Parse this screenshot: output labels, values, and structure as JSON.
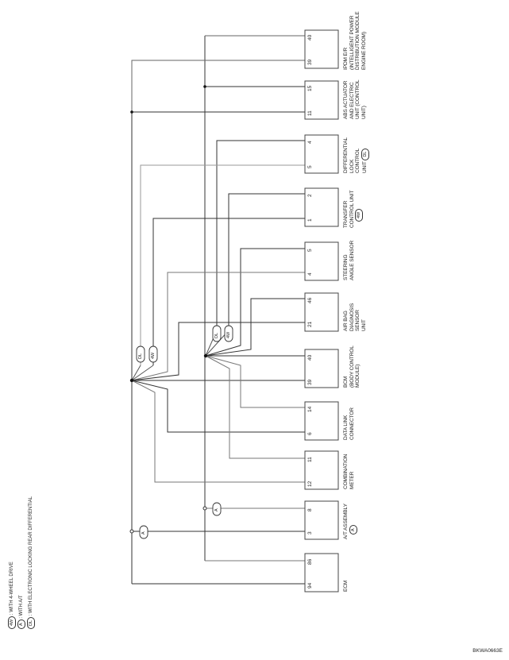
{
  "legend": [
    {
      "tag": "4W",
      "text": ": WITH 4-WHEEL DRIVE"
    },
    {
      "tag": "A",
      "text": ": WITH A/T"
    },
    {
      "tag": "DL",
      "text": ": WITH ELECTRONIC LOCKING REAR DIFFERENTIAL"
    }
  ],
  "components": [
    {
      "id": "ipdm",
      "label_lines": [
        "IPDM E/R",
        "(INTELLIGENT POWER",
        "DISTRIBUTION MODULE",
        "ENGINE ROOM)"
      ],
      "pins": [
        "40",
        "39"
      ],
      "tag": ""
    },
    {
      "id": "abs",
      "label_lines": [
        "ABS ACTUATOR",
        "AND ELECTRIC",
        "UNIT (CONTROL",
        "UNIT)"
      ],
      "pins": [
        "15",
        "11"
      ],
      "tag": ""
    },
    {
      "id": "diff-lock",
      "label_lines": [
        "DIFFERENTIAL",
        "LOCK",
        "CONTROL",
        "UNIT"
      ],
      "pins": [
        "4",
        "5"
      ],
      "tag": "DL"
    },
    {
      "id": "transfer",
      "label_lines": [
        "TRANSFER",
        "CONTROL UNIT"
      ],
      "pins": [
        "2",
        "1"
      ],
      "tag": "4W"
    },
    {
      "id": "steering",
      "label_lines": [
        "STEERING",
        "ANGLE SENSOR"
      ],
      "pins": [
        "5",
        "4"
      ],
      "tag": ""
    },
    {
      "id": "airbag",
      "label_lines": [
        "AIR BAG",
        "DIAGNOSIS",
        "SENSOR",
        "UNIT"
      ],
      "pins": [
        "46",
        "21"
      ],
      "tag": ""
    },
    {
      "id": "bcm",
      "label_lines": [
        "BCM",
        "(BODY CONTROL",
        "MODULE)"
      ],
      "pins": [
        "40",
        "39"
      ],
      "tag": ""
    },
    {
      "id": "dlc",
      "label_lines": [
        "DATA LINK",
        "CONNECTOR"
      ],
      "pins": [
        "14",
        "6"
      ],
      "tag": ""
    },
    {
      "id": "combo",
      "label_lines": [
        "COMBINATION",
        "METER"
      ],
      "pins": [
        "11",
        "12"
      ],
      "tag": ""
    },
    {
      "id": "at",
      "label_lines": [
        "A/T ASSEMBLY"
      ],
      "pins": [
        "8",
        "3"
      ],
      "tag": "A"
    },
    {
      "id": "ecm",
      "label_lines": [
        "ECM"
      ],
      "pins": [
        "86",
        "94"
      ],
      "tag": ""
    }
  ],
  "wire_tags": {
    "dl": "DL",
    "w4": "4W",
    "a": "A"
  },
  "colors": {
    "line": "#333333",
    "line_light": "#999999",
    "box": "#444444"
  },
  "figure_code": "BKWA0663E"
}
